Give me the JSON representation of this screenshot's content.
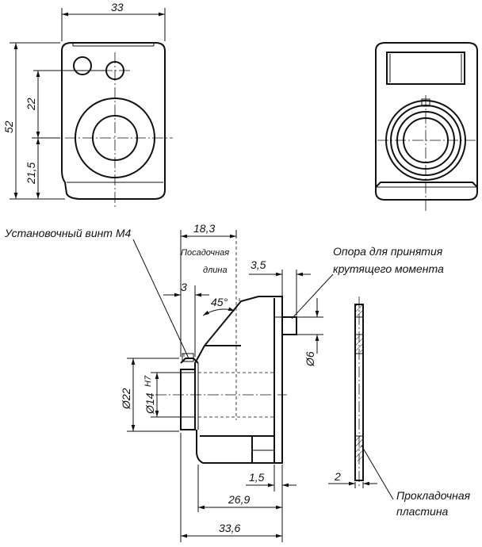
{
  "front_view": {
    "dim_width": "33",
    "dim_height": "52",
    "dim_center_upper": "22",
    "dim_center_lower": "21,5"
  },
  "side_view": {
    "label_screw": "Установочный винт M4",
    "dim_fitting_length": "18,3",
    "label_fitting_line1": "Посадочная",
    "label_fitting_line2": "длина",
    "dim_screw_offset": "3",
    "dim_angle": "45°",
    "dim_pin_width": "3,5",
    "label_pin_line1": "Опора для принятия",
    "label_pin_line2": "крутящего момента",
    "dim_pin_dia": "Ø6",
    "dim_outer_dia": "Ø22",
    "dim_bore_dia": "Ø14",
    "dim_bore_tol": "H7",
    "dim_flange": "1,5",
    "dim_body_length": "26,9",
    "dim_total_length": "33,6"
  },
  "gasket": {
    "dim_thickness": "2",
    "label_line1": "Прокладочная",
    "label_line2": "пластина"
  }
}
